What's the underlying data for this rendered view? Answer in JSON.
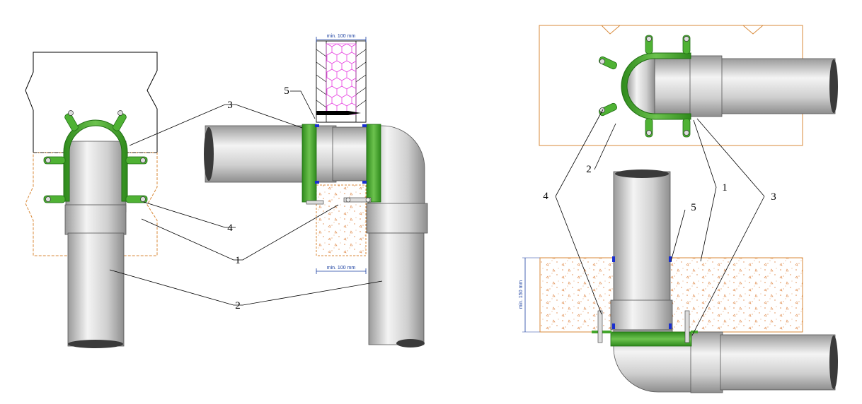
{
  "colors": {
    "pipe_light": "#f2f2f2",
    "pipe_mid": "#c4c4c4",
    "pipe_dark": "#8a8a8a",
    "collar_green": "#43a62b",
    "collar_green_dark": "#1f6e12",
    "seal_blue": "#1a2fd0",
    "wall_outline": "#d98a3a",
    "concrete_dots": "#e08a4a",
    "insulation": "#e63ce0",
    "dimension": "#1a3fa0"
  },
  "dimensions": {
    "wall_top": "min. 100 mm",
    "wall_bottom": "min. 100 mm",
    "floor_thickness": "min. 150 mm"
  },
  "callouts": {
    "c1_left": "1",
    "c2_left": "2",
    "c3_left": "3",
    "c4_left": "4",
    "c5_mid": "5",
    "c1_right": "1",
    "c2_right": "2",
    "c3_right": "3",
    "c4_right": "4",
    "c5_right": "5"
  }
}
